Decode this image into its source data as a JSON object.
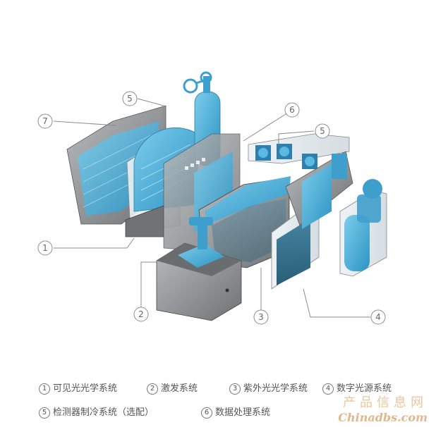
{
  "callouts": {
    "c5a": "5",
    "c7": "7",
    "c6": "6",
    "c5b": "5",
    "c1": "1",
    "c2": "2",
    "c3": "3",
    "c4": "4"
  },
  "legend": [
    "可见光光学系统",
    "激发系统",
    "紫外光光学系统",
    "数字光源系统",
    "检测器制冷系统（选配）",
    "数据处理系统"
  ],
  "legend_nums": [
    "1",
    "2",
    "3",
    "4",
    "5",
    "6"
  ],
  "watermark": {
    "cn": "产品信息网",
    "en": "Chinadbs.com"
  },
  "colors": {
    "accent_blue": "#4db3dc",
    "steel": "#8a8d90",
    "glass": "#e8eef2",
    "label_gray": "#777777"
  }
}
